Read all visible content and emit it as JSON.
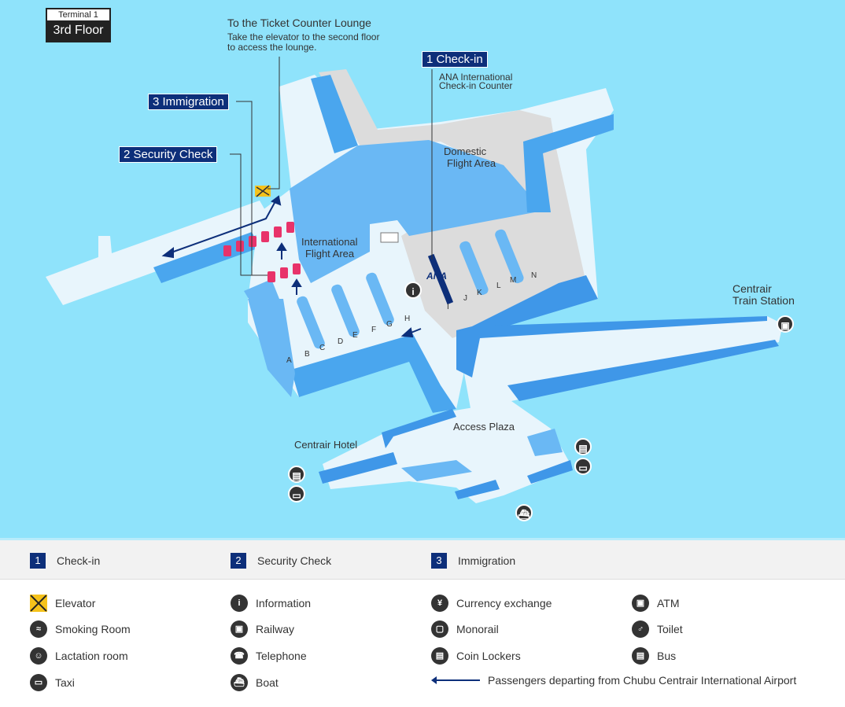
{
  "floor": {
    "terminal": "Terminal 1",
    "level": "3rd Floor"
  },
  "callouts": {
    "checkin": "1 Check-in",
    "security": "2 Security Check",
    "immigration": "3 Immigration",
    "lounge_title": "To the Ticket Counter Lounge",
    "lounge_note_1": "Take the elevator to the second floor",
    "lounge_note_2": "to access the lounge.",
    "ana_1": "ANA  International",
    "ana_2": "Check-in Counter",
    "ana_logo": "ANA"
  },
  "areas": {
    "domestic_1": "Domestic",
    "domestic_2": "Flight Area",
    "international_1": "International",
    "international_2": "Flight Area",
    "train_1": "Centrair",
    "train_2": "Train Station",
    "hotel": "Centrair Hotel",
    "plaza": "Access Plaza"
  },
  "gates": [
    "A",
    "B",
    "C",
    "D",
    "E",
    "F",
    "G",
    "H",
    "I",
    "J",
    "K",
    "L",
    "M",
    "N"
  ],
  "steps": [
    {
      "num": "1",
      "label": "Check-in"
    },
    {
      "num": "2",
      "label": "Security Check"
    },
    {
      "num": "3",
      "label": "Immigration"
    }
  ],
  "legend": [
    {
      "icon": "elevator-icon",
      "label": "Elevator"
    },
    {
      "icon": "information-icon",
      "label": "Information"
    },
    {
      "icon": "currency-exchange-icon",
      "label": "Currency exchange"
    },
    {
      "icon": "atm-icon",
      "label": "ATM"
    },
    {
      "icon": "smoking-room-icon",
      "label": "Smoking Room"
    },
    {
      "icon": "railway-icon",
      "label": "Railway"
    },
    {
      "icon": "monorail-icon",
      "label": "Monorail"
    },
    {
      "icon": "toilet-icon",
      "label": "Toilet"
    },
    {
      "icon": "lactation-room-icon",
      "label": "Lactation room"
    },
    {
      "icon": "telephone-icon",
      "label": "Telephone"
    },
    {
      "icon": "coin-lockers-icon",
      "label": "Coin Lockers"
    },
    {
      "icon": "bus-icon",
      "label": "Bus"
    },
    {
      "icon": "taxi-icon",
      "label": "Taxi"
    },
    {
      "icon": "boat-icon",
      "label": "Boat"
    }
  ],
  "departure_arrow_label": "Passengers departing from Chubu Centrair International Airport",
  "colors": {
    "water": "#8fe3fb",
    "floor": "#e8f5fc",
    "block": "#6ab8f4",
    "domestic": "#dcdcdc",
    "navy": "#0d2f7a",
    "security": "#e8336a"
  }
}
